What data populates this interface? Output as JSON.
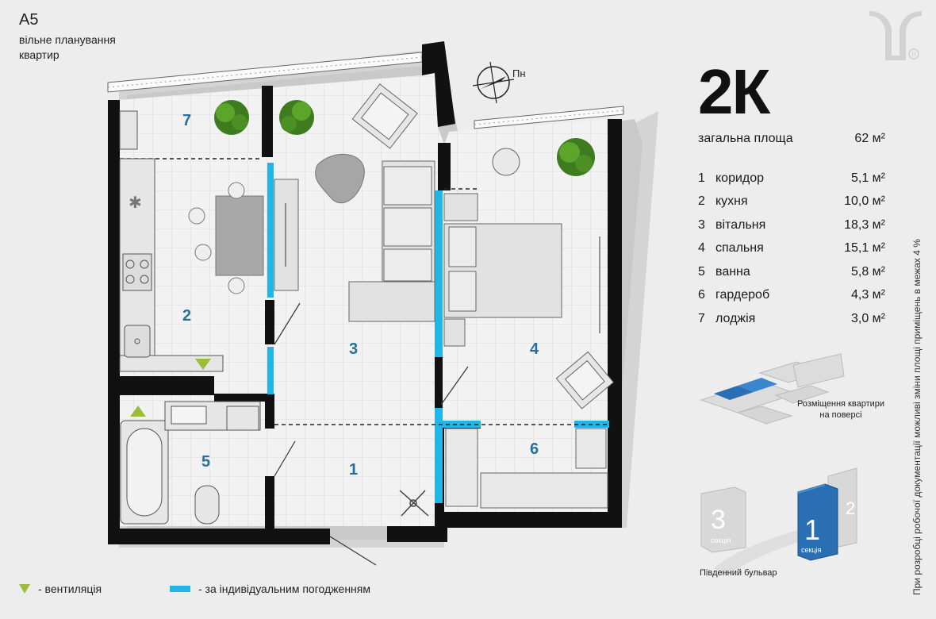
{
  "apartment": {
    "code": "А5",
    "subtitle": "вільне планування квартир",
    "type": "2К",
    "total_area_label": "загальна площа",
    "total_area_value": "62 м²"
  },
  "rooms": [
    {
      "num": "1",
      "name": "коридор",
      "area": "5,1 м²"
    },
    {
      "num": "2",
      "name": "кухня",
      "area": "10,0 м²"
    },
    {
      "num": "3",
      "name": "вітальня",
      "area": "18,3 м²"
    },
    {
      "num": "4",
      "name": "спальня",
      "area": "15,1 м²"
    },
    {
      "num": "5",
      "name": "ванна",
      "area": "5,8 м²"
    },
    {
      "num": "6",
      "name": "гардероб",
      "area": "4,3 м²"
    },
    {
      "num": "7",
      "name": "лоджія",
      "area": "3,0 м²"
    }
  ],
  "plan_labels": {
    "r1": "1",
    "r2": "2",
    "r3": "3",
    "r4": "4",
    "r5": "5",
    "r6": "6",
    "r7": "7"
  },
  "compass_label": "Пн",
  "floor_location_label": "Розміщення квартири на поверсі",
  "sections": {
    "s1": "1",
    "s2": "2",
    "s3": "3",
    "section_word": "секція"
  },
  "road_label": "Південний бульвар",
  "legend": {
    "ventilation": "- вентиляція",
    "agreement": "- за індивідуальним погодженням"
  },
  "side_note": "При розробці робочої документації можливі зміни площі приміщень в межах 4 %",
  "colors": {
    "accent": "#21b6e6",
    "vent": "#9bbd3a",
    "wall": "#111111",
    "section_active": "#2a6fb3"
  }
}
